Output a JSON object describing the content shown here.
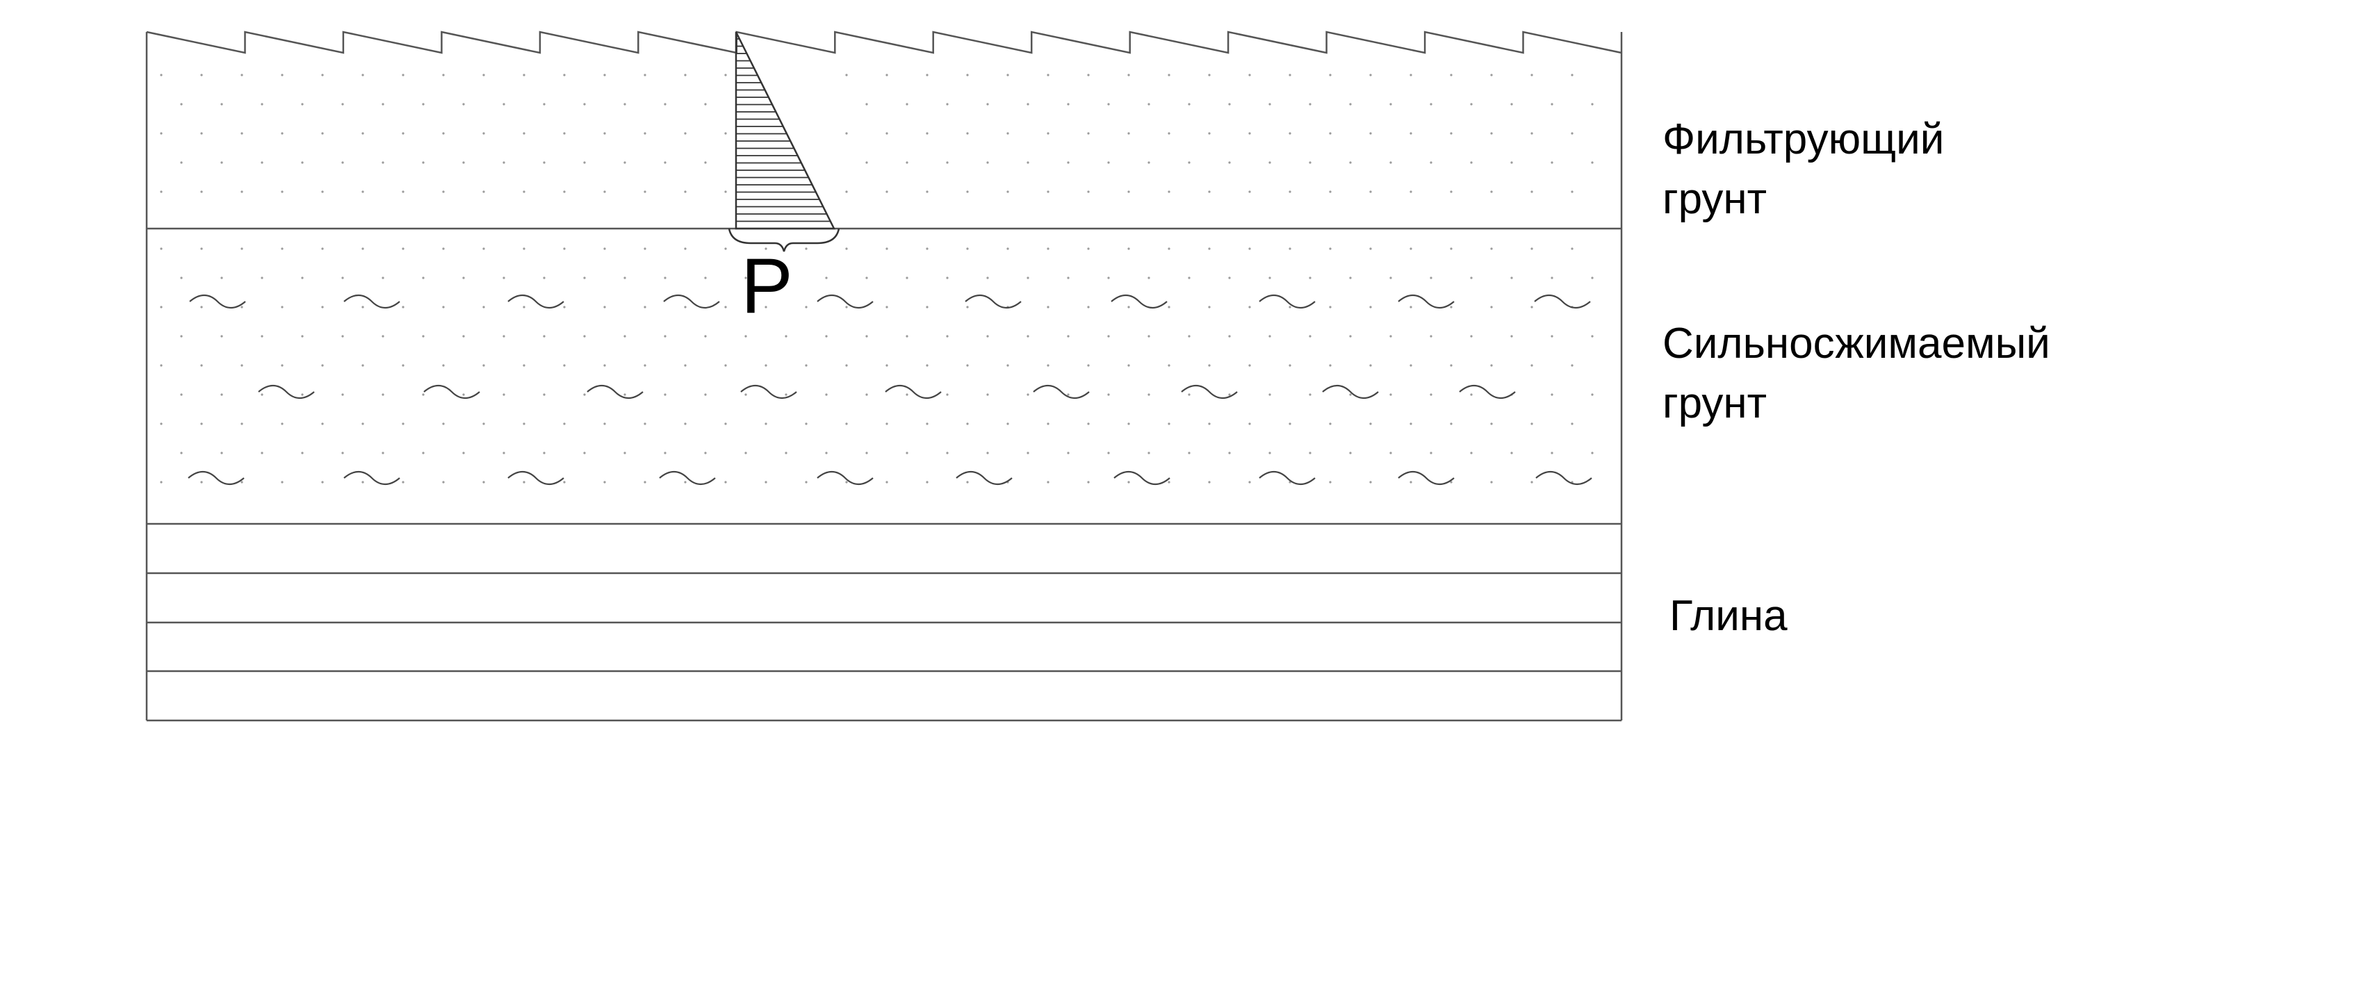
{
  "layers": {
    "filter": {
      "line1": "Фильтрующий",
      "line2": "грунт"
    },
    "compressible": {
      "line1": "Сильносжимаемый",
      "line2": "грунт"
    },
    "clay": {
      "label": "Глина"
    }
  },
  "pressure": {
    "label": "P"
  },
  "colors": {
    "line": "#555555",
    "hatch": "#333333",
    "dot": "#9a9a9a",
    "text": "#000000"
  }
}
